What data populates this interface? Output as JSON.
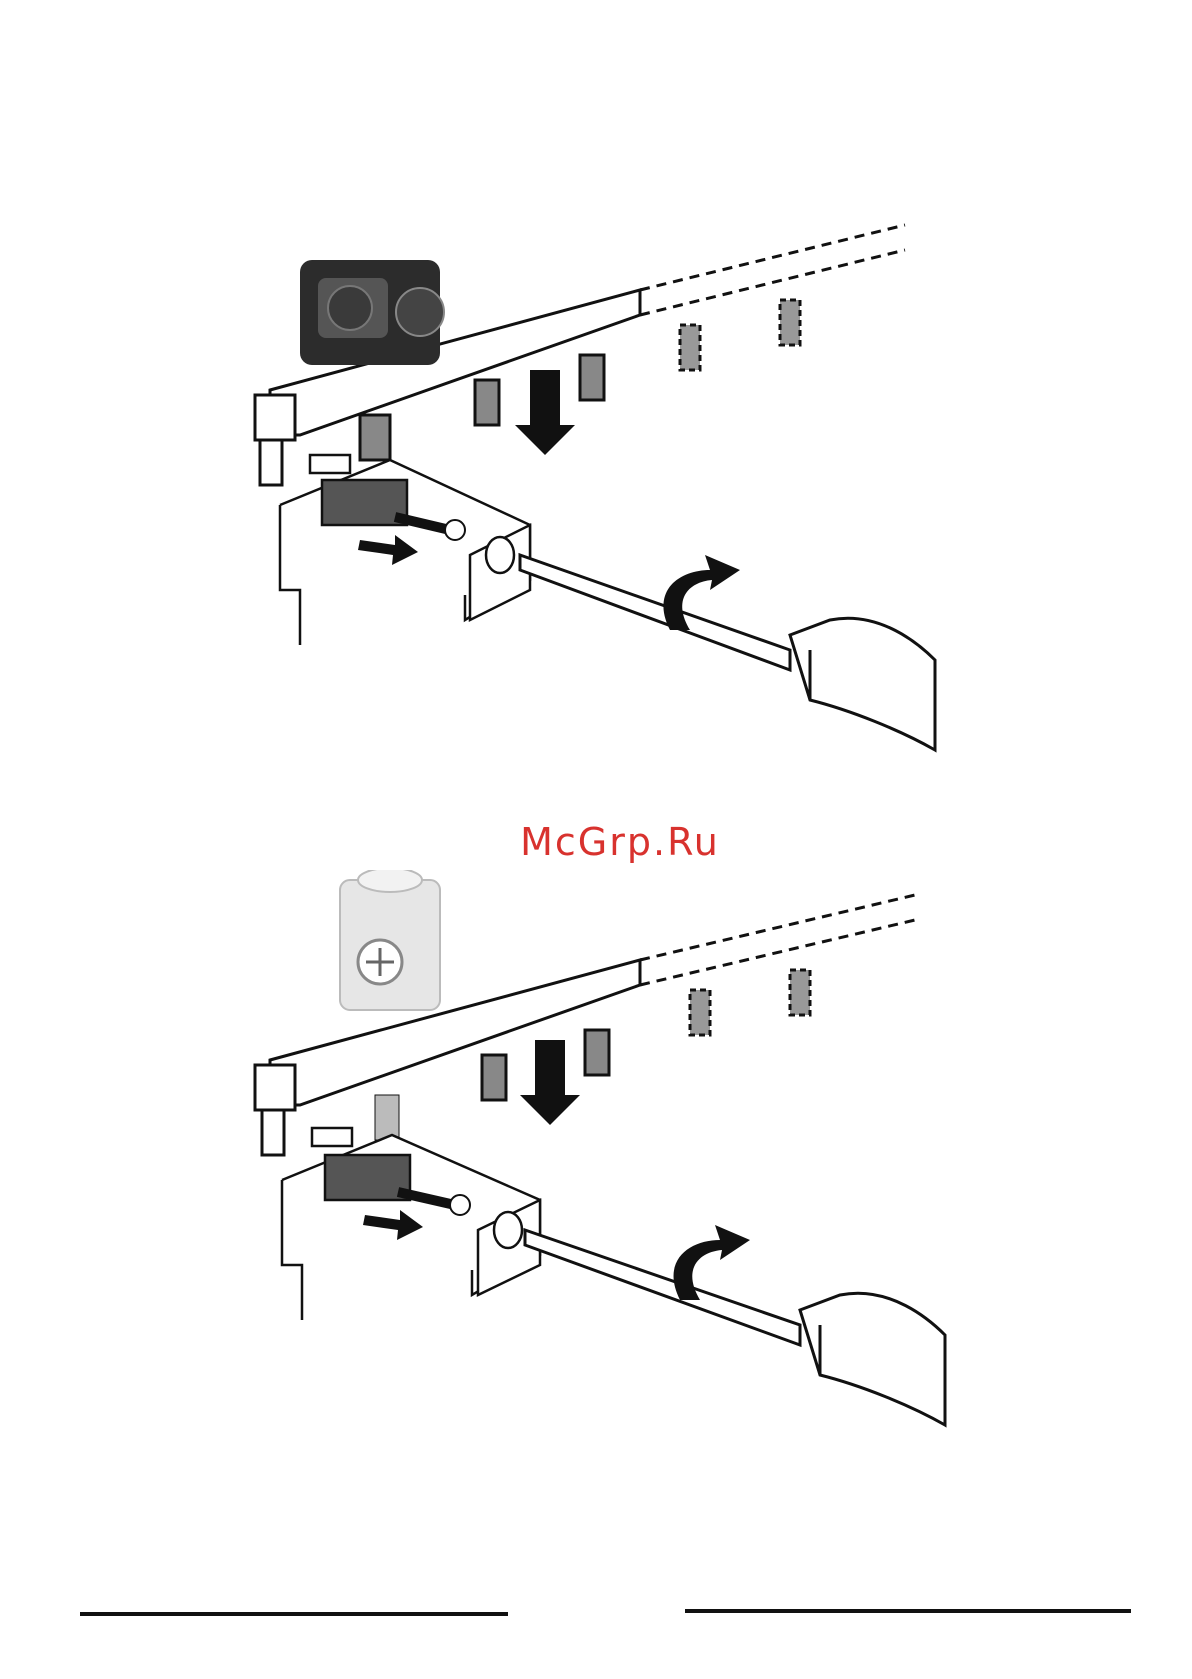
{
  "watermark": {
    "text": "McGrp.Ru",
    "color": "#d8322e"
  },
  "figures": [
    {
      "id": "fig-top",
      "icon": "busbar-installation-illustration",
      "component": "dark-terminal-block"
    },
    {
      "id": "fig-bottom",
      "icon": "busbar-installation-illustration",
      "component": "light-terminal-block"
    }
  ],
  "colors": {
    "ink": "#111111",
    "paper": "#ffffff",
    "dark_block": "#2c2c2c",
    "light_block": "#e6e6e6"
  }
}
